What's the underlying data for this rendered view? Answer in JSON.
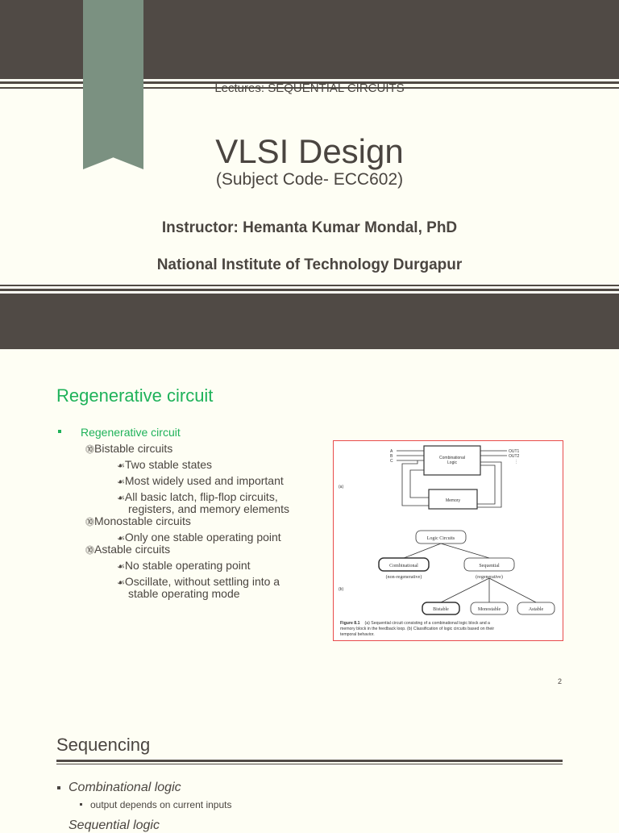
{
  "slide1": {
    "subtitle": "Lectures: SEQUENTIAL CIRCUITS",
    "title": "VLSI Design",
    "subject_code": "(Subject Code- ECC602)",
    "instructor": "Instructor: Hemanta Kumar Mondal, PhD",
    "institute": "National Institute of Technology Durgapur"
  },
  "slide2": {
    "title": "Regenerative circuit",
    "bullet": "Regenerative circuit",
    "items": [
      {
        "level": 2,
        "marker": "⓾",
        "text": "Bistable circuits"
      },
      {
        "level": 3,
        "marker": "☙",
        "text": "Two stable states"
      },
      {
        "level": 3,
        "marker": "☙",
        "text": "Most widely used and important"
      },
      {
        "level": 3,
        "marker": "☙",
        "text": "All basic latch, flip-flop circuits,"
      },
      {
        "level": 4,
        "marker": "",
        "text": "registers, and memory elements"
      },
      {
        "level": 2,
        "marker": "⓾",
        "text": "Monostable circuits"
      },
      {
        "level": 3,
        "marker": "☙",
        "text": "Only one stable operating point"
      },
      {
        "level": 2,
        "marker": "⓾",
        "text": "Astable circuits"
      },
      {
        "level": 3,
        "marker": "☙",
        "text": "No stable operating point"
      },
      {
        "level": 3,
        "marker": "☙",
        "text": "Oscillate, without settling into a"
      },
      {
        "level": 4,
        "marker": "",
        "text": "stable operating mode"
      }
    ],
    "figure": {
      "inputs": [
        "A",
        "B",
        "C"
      ],
      "outputs": [
        "OUT1",
        "OUT2",
        "⋮"
      ],
      "comb_block": [
        "Combinational",
        "Logic"
      ],
      "memory_block": "Memory",
      "label_a": "(a)",
      "label_b": "(b)",
      "root": "Logic Circuits",
      "combinational": "Combinational",
      "combinational_note": "(non-regenerative)",
      "sequential": "Sequential",
      "sequential_note": "(regenerative)",
      "leaves": [
        "Bistable",
        "Monostable",
        "Astable"
      ],
      "caption_label": "Figure 8.1",
      "caption_lines": [
        "(a) Sequential circuit consisting of a combinational logic block and a",
        "memory block in the feedback loop. (b) Classification of logic circuits based on their",
        "temporal behavior."
      ]
    },
    "page_number": "2",
    "colors": {
      "accent": "#1fb25a",
      "figure_border": "#e84b4b"
    }
  },
  "slide3": {
    "title": "Sequencing",
    "bullets": [
      "Combinational logic",
      "Sequential logic"
    ],
    "sub_bullets": [
      "output depends on current inputs"
    ]
  },
  "colors": {
    "dark_band": "#504a45",
    "ribbon": "#7b9181",
    "background": "#fefef4"
  }
}
